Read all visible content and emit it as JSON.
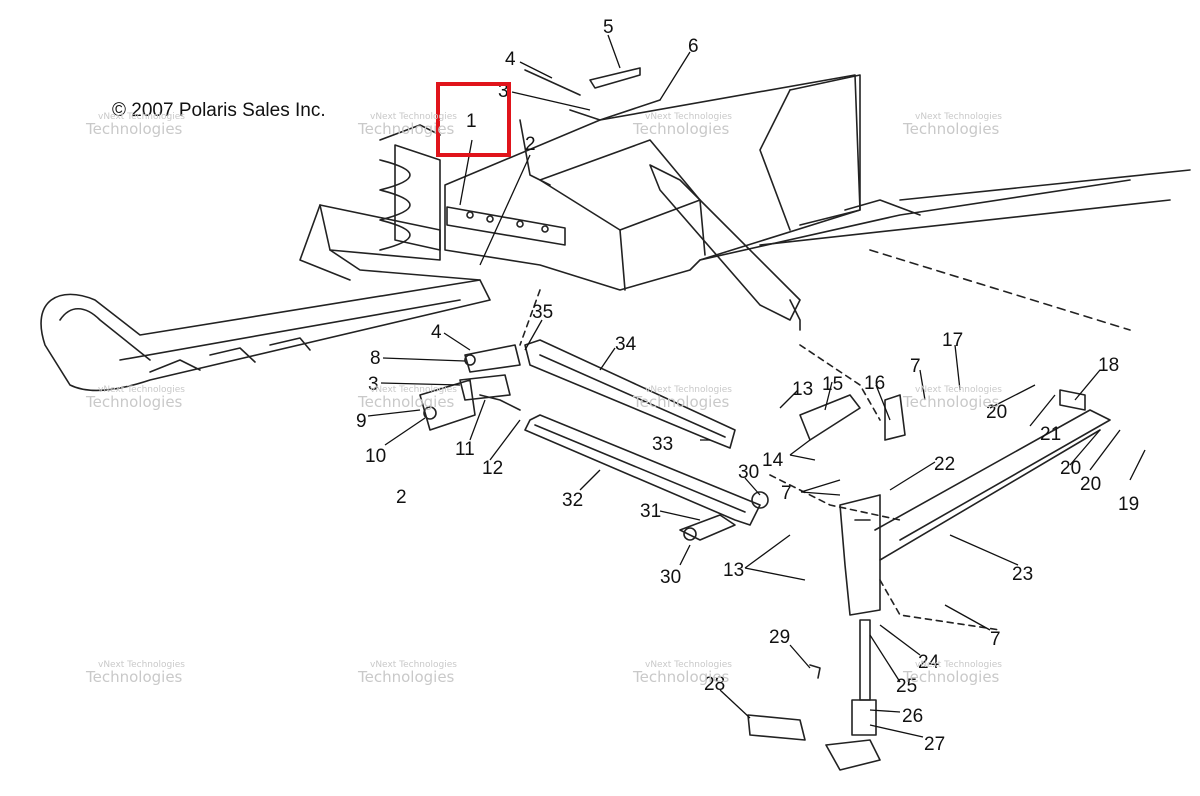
{
  "copyright": "© 2007 Polaris Sales Inc.",
  "watermark": {
    "line1": "vNext Technologies",
    "line2": "Technologies"
  },
  "highlight": {
    "color": "#e0141b",
    "part": "1"
  },
  "callouts": [
    "1",
    "2",
    "3",
    "4",
    "5",
    "6",
    "2",
    "3",
    "4",
    "8",
    "9",
    "10",
    "11",
    "12",
    "35",
    "34",
    "33",
    "32",
    "31",
    "30",
    "30",
    "13",
    "14",
    "15",
    "16",
    "7",
    "17",
    "18",
    "20",
    "21",
    "19",
    "20",
    "20",
    "7",
    "22",
    "23",
    "13",
    "7",
    "24",
    "25",
    "26",
    "27",
    "28",
    "29"
  ]
}
